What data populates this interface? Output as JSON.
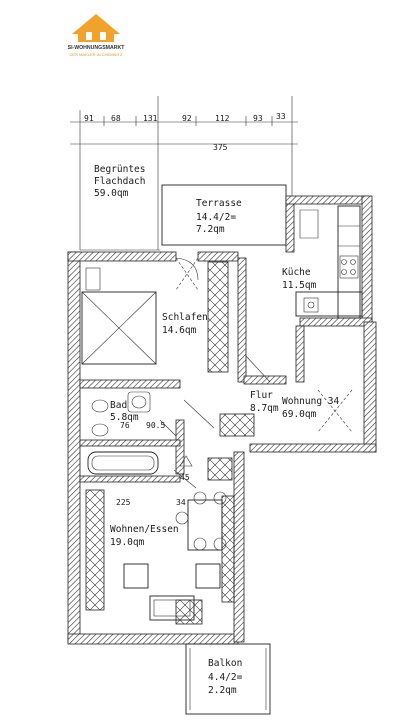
{
  "logo": {
    "name": "SI-WOHNUNGSMARKT",
    "tagline": "DER MAKLER IN CHEMNITZ",
    "color_primary": "#f0a22a",
    "color_text": "#333333"
  },
  "dimensions": {
    "top_left": [
      "91",
      "68",
      "131"
    ],
    "top_right": [
      "92",
      "112",
      "93",
      "33"
    ],
    "span": "375",
    "bath_width_left": "76",
    "bath_width_right": "90.5",
    "living_width": "225",
    "living_small": "34",
    "stair": "45"
  },
  "rooms": {
    "green_roof": {
      "name_line1": "Begrüntes",
      "name_line2": "Flachdach",
      "area": "59.0qm"
    },
    "terrace": {
      "name": "Terrasse",
      "formula": "14.4/2=",
      "area": "7.2qm"
    },
    "kitchen": {
      "name": "Küche",
      "area": "11.5qm"
    },
    "bedroom": {
      "name": "Schlafen",
      "area": "14.6qm"
    },
    "bath": {
      "name": "Bad",
      "area": "5.8qm"
    },
    "hall": {
      "name": "Flur",
      "area": "8.7qm"
    },
    "apartment": {
      "name": "Wohnung 34",
      "area": "69.0qm"
    },
    "living": {
      "name": "Wohnen/Essen",
      "area": "19.0qm"
    },
    "balcony": {
      "name": "Balkon",
      "formula": "4.4/2=",
      "area": "2.2qm"
    }
  }
}
